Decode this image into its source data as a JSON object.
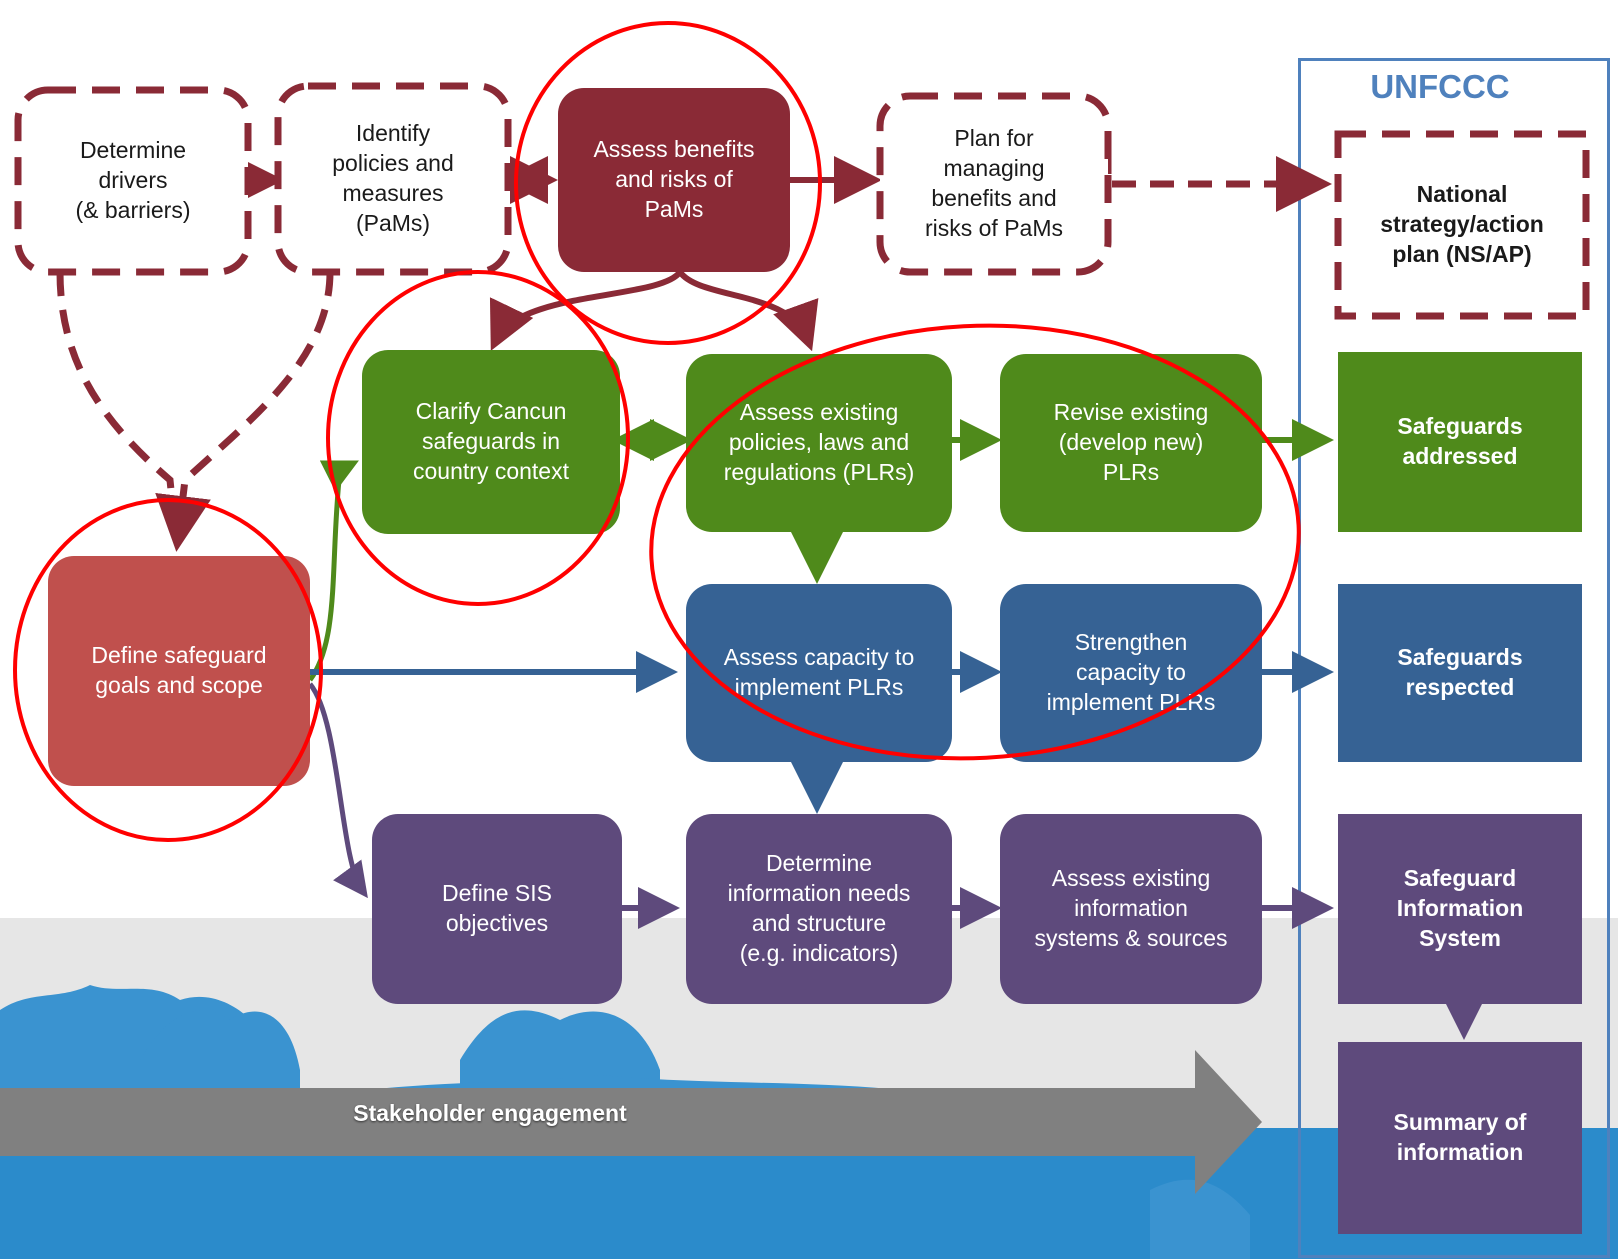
{
  "unfccc_panel": {
    "title": "UNFCCC",
    "national_strategy": "National\nstrategy/action\nplan (NS/AP)",
    "outputs": [
      {
        "label": "Safeguards\naddressed",
        "color": "#4f8a1b"
      },
      {
        "label": "Safeguards\nrespected",
        "color": "#366294"
      },
      {
        "label": "Safeguard\nInformation\nSystem",
        "color": "#5e4a7c"
      },
      {
        "label": "Summary of\ninformation",
        "color": "#5e4a7c"
      }
    ]
  },
  "planning_row": {
    "determine_drivers": "Determine\ndrivers\n(& barriers)",
    "identify_pams": "Identify\npolicies and\nmeasures\n(PaMs)",
    "assess_benefits": "Assess benefits\nand risks of\nPaMs",
    "plan_managing": "Plan for\nmanaging\nbenefits and\nrisks of PaMs"
  },
  "define_goals": "Define safeguard\ngoals and scope",
  "green_row": {
    "clarify_cancun": "Clarify Cancun\nsafeguards in\ncountry context",
    "assess_plrs": "Assess existing\npolicies, laws and\nregulations (PLRs)",
    "revise_plrs": "Revise existing\n(develop new)\nPLRs"
  },
  "blue_row": {
    "assess_capacity": "Assess capacity to\nimplement PLRs",
    "strengthen_capacity": "Strengthen\ncapacity to\nimplement PLRs"
  },
  "purple_row": {
    "define_sis": "Define SIS\nobjectives",
    "determine_info": "Determine\ninformation needs\nand structure\n(e.g. indicators)",
    "assess_info_systems": "Assess existing\ninformation\nsystems & sources"
  },
  "stakeholder_engagement": "Stakeholder engagement",
  "colors": {
    "maroon": "#8a2a36",
    "red_box": "#c0504d",
    "green": "#4f8a1b",
    "blue": "#366294",
    "purple": "#5e4a7c",
    "unfccc_blue": "#4f81bd",
    "highlight_circle": "#ff0000",
    "stakeholder_arrow": "#808080"
  },
  "background": "tree silhouette banner at bottom"
}
